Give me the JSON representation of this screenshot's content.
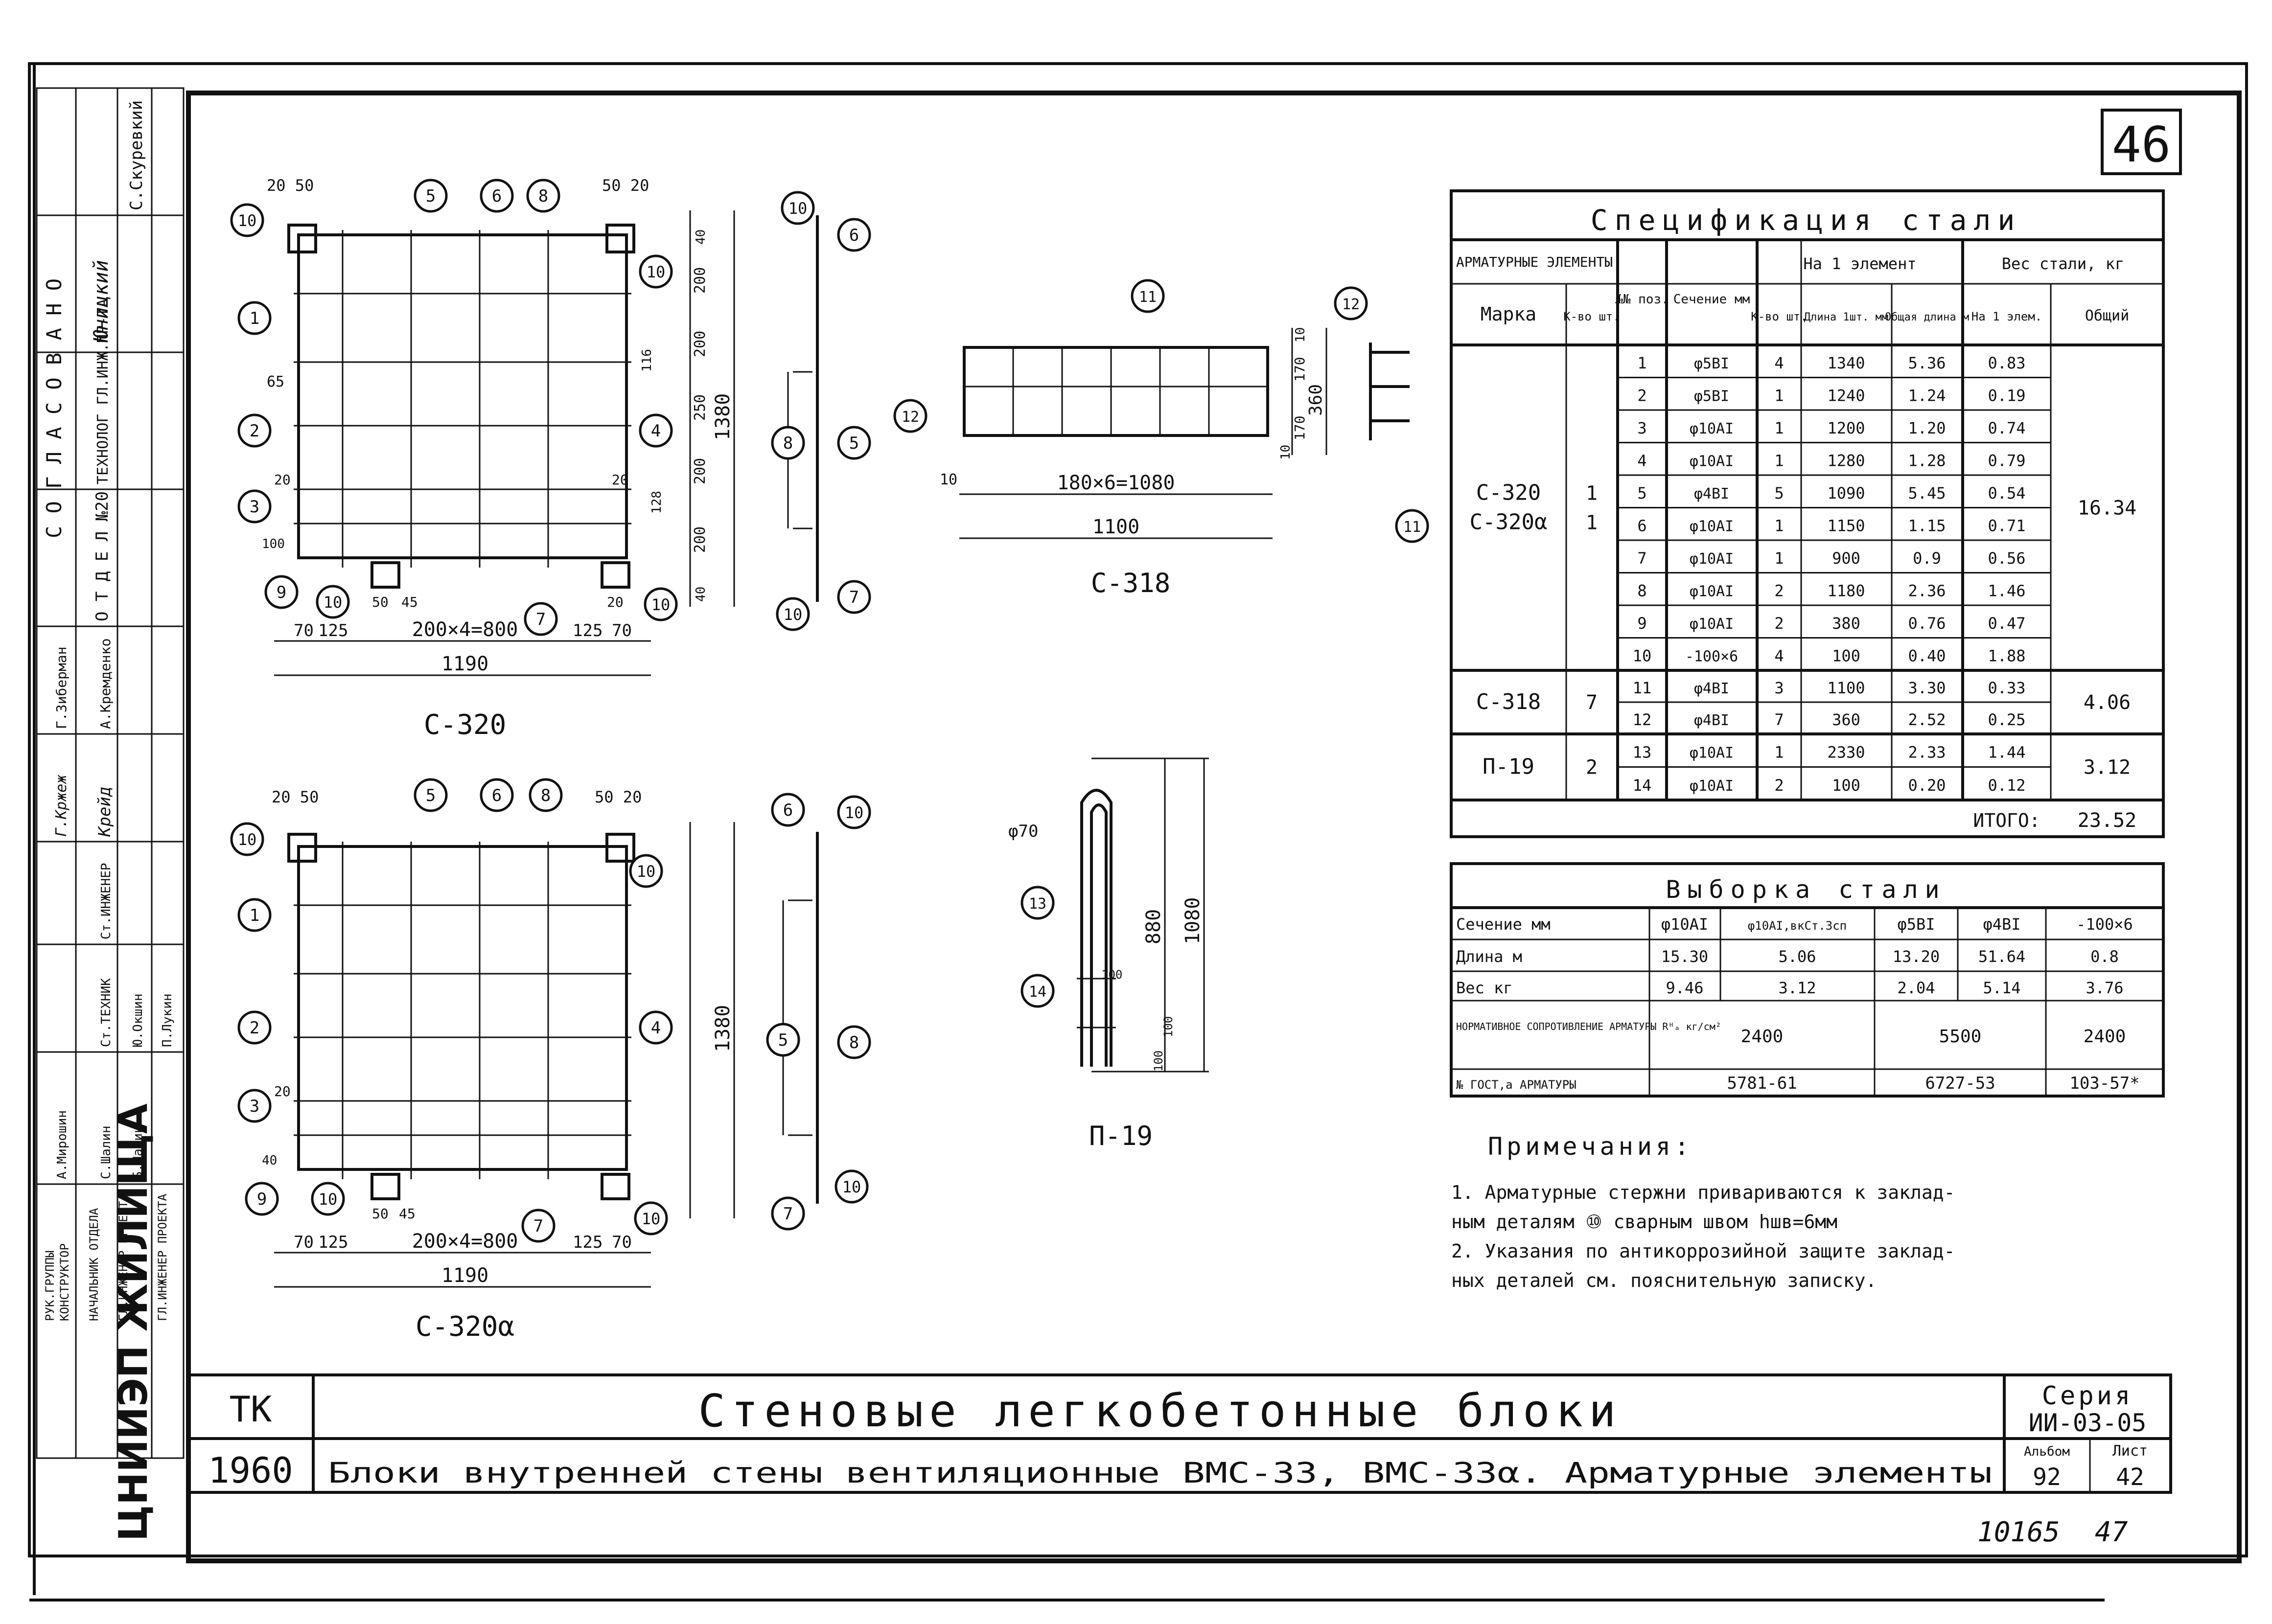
{
  "sheet": {
    "sheet_number_box": "46",
    "stamp_bottom_number": "10165",
    "stamp_bottom_page": "47"
  },
  "side_stamp": {
    "header_top": "С О Г Л А С О В А Н О",
    "cells": [
      "С.Скуревкий",
      "Юницкий",
      "ТЕХНОЛОГ ГЛ.ИНЖ.ПР-ТА",
      "О Т Д Е Л №20"
    ],
    "signatures": [
      "Г.Зиберман",
      "А.Кремденко",
      "Крейд",
      "Г.Кржеж",
      "Ст.ИНЖЕНЕР",
      "Ст.ТЕХНИК",
      "С.Шалин",
      "Ю.Окшин",
      "П.Лукин",
      "А.Мирошин",
      "Б.Шалин"
    ],
    "roles": [
      "РУК.ГРУППЫ",
      "КОНСТРУКТОР",
      "НАЧАЛЬНИК ОТДЕЛА",
      "ГЛ.ИНЖЕНЕР ПРОЕКТА",
      "ГЛ.ИНЖЕНЕР ПРОЕКТА"
    ],
    "org": "ЦНИИЭП ЖИЛИЩА"
  },
  "drawings": {
    "c320": {
      "title": "С-320",
      "total_width": "1190",
      "height": "1380",
      "mesh": "200×4=800",
      "dims_left": [
        "70",
        "125"
      ],
      "dims_right": [
        "125",
        "70"
      ],
      "top_left": "20 50",
      "top_right": "50 20",
      "vert": [
        "200",
        "200",
        "250",
        "200",
        "200",
        "40",
        "40",
        "116",
        "128"
      ],
      "side_left": [
        "65",
        "20",
        "20",
        "100"
      ],
      "small": [
        "50",
        "45",
        "20"
      ]
    },
    "c320a": {
      "title": "С-320α",
      "total_width": "1190",
      "height": "1380",
      "mesh": "200×4=800",
      "dims_left": [
        "70",
        "125"
      ],
      "dims_right": [
        "125",
        "70"
      ],
      "top_left": "20 50",
      "top_right": "50 20",
      "small": [
        "50",
        "45",
        "40",
        "20"
      ]
    },
    "c318": {
      "title": "С-318",
      "mesh": "180×6=1080",
      "total": "1100",
      "edge": "10",
      "vert": [
        "170",
        "170",
        "10",
        "10"
      ],
      "height": "360"
    },
    "p19": {
      "title": "П-19",
      "diam": "φ70",
      "len_inner": "880",
      "len_total": "1080",
      "small": [
        "100",
        "100",
        "100"
      ]
    },
    "markers": [
      "1",
      "2",
      "3",
      "4",
      "5",
      "6",
      "7",
      "8",
      "9",
      "10",
      "11",
      "12",
      "13",
      "14"
    ]
  },
  "spec_table": {
    "title": "Спецификация стали",
    "head_elements": "АРМАТУРНЫЕ ЭЛЕМЕНТЫ",
    "head_pos": "№№ поз.",
    "head_section": "Сечение мм",
    "head_per_element": "На 1 элемент",
    "head_weight": "Вес стали, кг",
    "sub_mark": "Марка",
    "sub_qty": "К-во шт.",
    "sub_qty2": "К-во шт.",
    "sub_len": "Длина 1шт. мм",
    "sub_total_len": "Общая длина м",
    "sub_w_one": "На 1 элем.",
    "sub_w_total": "Общий",
    "groups": [
      {
        "mark": "С-320\nС-320α",
        "qty": "1\n1",
        "total": "16.34",
        "rows": [
          {
            "pos": "1",
            "sec": "φ5BI",
            "n": "4",
            "len": "1340",
            "tl": "5.36",
            "w": "0.83"
          },
          {
            "pos": "2",
            "sec": "φ5BI",
            "n": "1",
            "len": "1240",
            "tl": "1.24",
            "w": "0.19"
          },
          {
            "pos": "3",
            "sec": "φ10AI",
            "n": "1",
            "len": "1200",
            "tl": "1.20",
            "w": "0.74"
          },
          {
            "pos": "4",
            "sec": "φ10AI",
            "n": "1",
            "len": "1280",
            "tl": "1.28",
            "w": "0.79"
          },
          {
            "pos": "5",
            "sec": "φ4BI",
            "n": "5",
            "len": "1090",
            "tl": "5.45",
            "w": "0.54"
          },
          {
            "pos": "6",
            "sec": "φ10AI",
            "n": "1",
            "len": "1150",
            "tl": "1.15",
            "w": "0.71"
          },
          {
            "pos": "7",
            "sec": "φ10AI",
            "n": "1",
            "len": "900",
            "tl": "0.9",
            "w": "0.56"
          },
          {
            "pos": "8",
            "sec": "φ10AI",
            "n": "2",
            "len": "1180",
            "tl": "2.36",
            "w": "1.46"
          },
          {
            "pos": "9",
            "sec": "φ10AI",
            "n": "2",
            "len": "380",
            "tl": "0.76",
            "w": "0.47"
          },
          {
            "pos": "10",
            "sec": "-100×6",
            "n": "4",
            "len": "100",
            "tl": "0.40",
            "w": "1.88"
          }
        ]
      },
      {
        "mark": "С-318",
        "qty": "7",
        "total": "4.06",
        "rows": [
          {
            "pos": "11",
            "sec": "φ4BI",
            "n": "3",
            "len": "1100",
            "tl": "3.30",
            "w": "0.33"
          },
          {
            "pos": "12",
            "sec": "φ4BI",
            "n": "7",
            "len": "360",
            "tl": "2.52",
            "w": "0.25"
          }
        ]
      },
      {
        "mark": "П-19",
        "qty": "2",
        "total": "3.12",
        "rows": [
          {
            "pos": "13",
            "sec": "φ10AI",
            "n": "1",
            "len": "2330",
            "tl": "2.33",
            "w": "1.44"
          },
          {
            "pos": "14",
            "sec": "φ10AI",
            "n": "2",
            "len": "100",
            "tl": "0.20",
            "w": "0.12"
          }
        ]
      }
    ],
    "total_label": "ИТОГО:",
    "total_value": "23.52"
  },
  "selection_table": {
    "title": "Выборка стали",
    "cols": [
      "Сечение мм",
      "φ10AI",
      "φ10AI,вкСт.3сп",
      "φ5BI",
      "φ4BI",
      "-100×6"
    ],
    "row_len": [
      "Длина м",
      "15.30",
      "5.06",
      "13.20",
      "51.64",
      "0.8"
    ],
    "row_weight": [
      "Вес кг",
      "9.46",
      "3.12",
      "2.04",
      "5.14",
      "3.76"
    ],
    "row_norm_label": "НОРМАТИВНОЕ СОПРОТИВЛЕНИЕ АРМАТУРЫ Rᴴₐ кг/см²",
    "row_norm_vals": [
      "2400",
      "5500",
      "2400"
    ],
    "row_gost_label": "№ ГОСТ,а АРМАТУРЫ",
    "row_gost_vals": [
      "5781-61",
      "6727-53",
      "103-57*"
    ]
  },
  "notes": {
    "title": "Примечания:",
    "lines": [
      "1. Арматурные стержни привариваются к заклад-",
      "ным деталям ⑩ сварным швом hшв=6мм",
      "2. Указания по антикоррозийной защите заклад-",
      "ных деталей см. пояснительную записку."
    ]
  },
  "title_block": {
    "code": "ТК",
    "year": "1960",
    "main_title": "Стеновые легкобетонные блоки",
    "sub_title": "Блоки внутренней стены вентиляционные ВМС-33, ВМС-33α. Арматурные элементы",
    "series_label": "Серия",
    "series_value": "ИИ-03-05",
    "album_label": "Альбом",
    "album_value": "92",
    "list_label": "Лист",
    "list_value": "42"
  }
}
